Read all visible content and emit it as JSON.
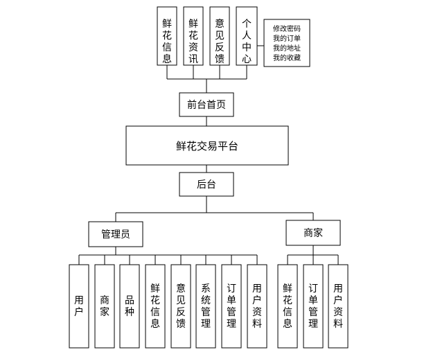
{
  "front": {
    "modules": [
      {
        "label": "鲜花信息"
      },
      {
        "label": "鲜花资讯"
      },
      {
        "label": "意见反馈"
      },
      {
        "label": "个人中心"
      }
    ],
    "personal_items": [
      "修改密码",
      "我的订单",
      "我的地址",
      "我的收藏"
    ],
    "home_label": "前台首页"
  },
  "platform": {
    "label": "鲜花交易平台"
  },
  "backend": {
    "label": "后台"
  },
  "admin": {
    "label": "管理员",
    "modules": [
      {
        "label": "用户"
      },
      {
        "label": "商家"
      },
      {
        "label": "品种"
      },
      {
        "label": "鲜花信息"
      },
      {
        "label": "意见反馈"
      },
      {
        "label": "系统管理"
      },
      {
        "label": "订单管理"
      },
      {
        "label": "用户资料"
      }
    ]
  },
  "merchant": {
    "label": "商家",
    "modules": [
      {
        "label": "鲜花信息"
      },
      {
        "label": "订单管理"
      },
      {
        "label": "用户资料"
      }
    ]
  }
}
